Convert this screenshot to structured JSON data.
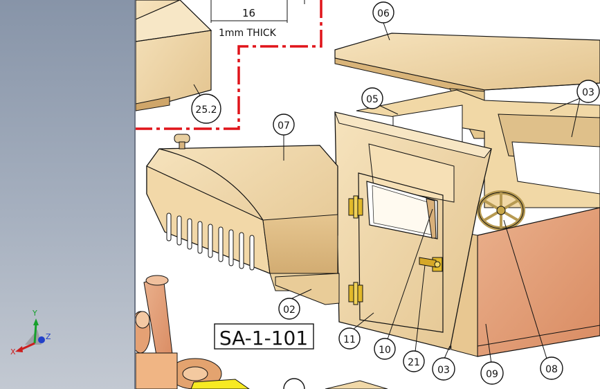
{
  "triad": {
    "x_label": "X",
    "y_label": "Y",
    "z_label": "Z"
  },
  "dims": {
    "width_value": "16",
    "thick_note": "1mm THICK"
  },
  "drawing_number": "SA-1-101",
  "balloons": {
    "b25_2": "25.2",
    "b06": "06",
    "b05": "05",
    "b03_top": "03",
    "b07": "07",
    "b02": "02",
    "b11": "11",
    "b10": "10",
    "b21": "21",
    "b03_bottom": "03",
    "b09": "09",
    "b08": "08"
  },
  "colors": {
    "wood_light": "#f3dcb0",
    "wood_mid": "#e8c995",
    "wood_dark": "#d2ad74",
    "wood_red": "#e7a57f",
    "brass": "#e2b92a",
    "section_line": "#e0141a"
  }
}
